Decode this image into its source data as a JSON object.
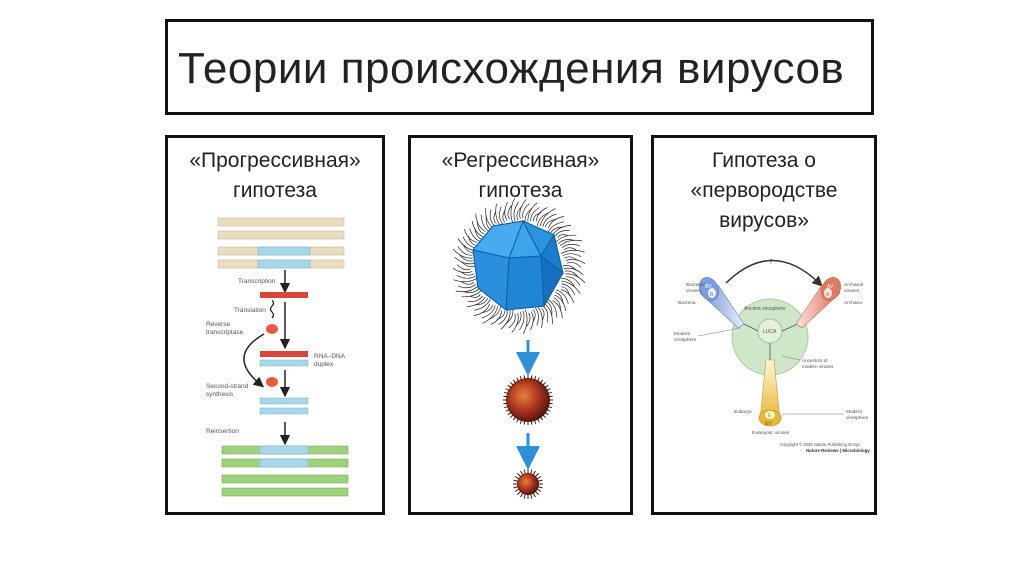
{
  "slide": {
    "title": "Теории происхождения вирусов"
  },
  "panels": [
    {
      "title_lines": [
        "«Прогрессивная»",
        "гипотеза"
      ],
      "figure_labels": {
        "transcription": "Transcription",
        "translation": "Translation",
        "reverse_transcriptase_1": "Reverse",
        "reverse_transcriptase_2": "transcriptase",
        "rna_dna_1": "RNA–DNA",
        "rna_dna_2": "duplex",
        "second_strand_1": "Second-strand",
        "second_strand_2": "synthesis",
        "reinsertion": "Reinsertion"
      }
    },
    {
      "title_lines": [
        "«Регрессивная»",
        "гипотеза"
      ]
    },
    {
      "title_lines": [
        "Гипотеза о",
        "«первородстве",
        "вирусов»"
      ],
      "figure_labels": {
        "question": "?",
        "bacterial_viruses_1": "Bacterial",
        "bacterial_viruses_2": "viruses",
        "bacteria": "Bacteria",
        "modern_virosphere_left_1": "Modern",
        "modern_virosphere_left_2": "virosphere",
        "archaeal_viruses_1": "Archaeal",
        "archaeal_viruses_2": "viruses",
        "archaea": "Archaea",
        "ancient_virosphere": "Ancient virosphere",
        "luca": "LUCA",
        "ancestors_1": "Ancestors of",
        "ancestors_2": "modern viruses",
        "eukarya": "Eukarya",
        "eukaryotic_viruses": "Eukaryotic viruses",
        "modern_virosphere_right_1": "Modern",
        "modern_virosphere_right_2": "virosphere",
        "bv": "BV",
        "av": "AV",
        "ev": "EV",
        "b": "B",
        "a": "A",
        "e": "E",
        "copyright": "Copyright © 2006 Nature Publishing Group",
        "journal": "Nature Reviews | Microbiology"
      }
    }
  ],
  "colors": {
    "strand_tan": "#e9dcc0",
    "strand_blue": "#a6d8ea",
    "strand_red": "#d9473a",
    "strand_green": "#9fd27c",
    "capsid_blue": "#1e88d8",
    "luca_green": "#cfe6c8"
  }
}
